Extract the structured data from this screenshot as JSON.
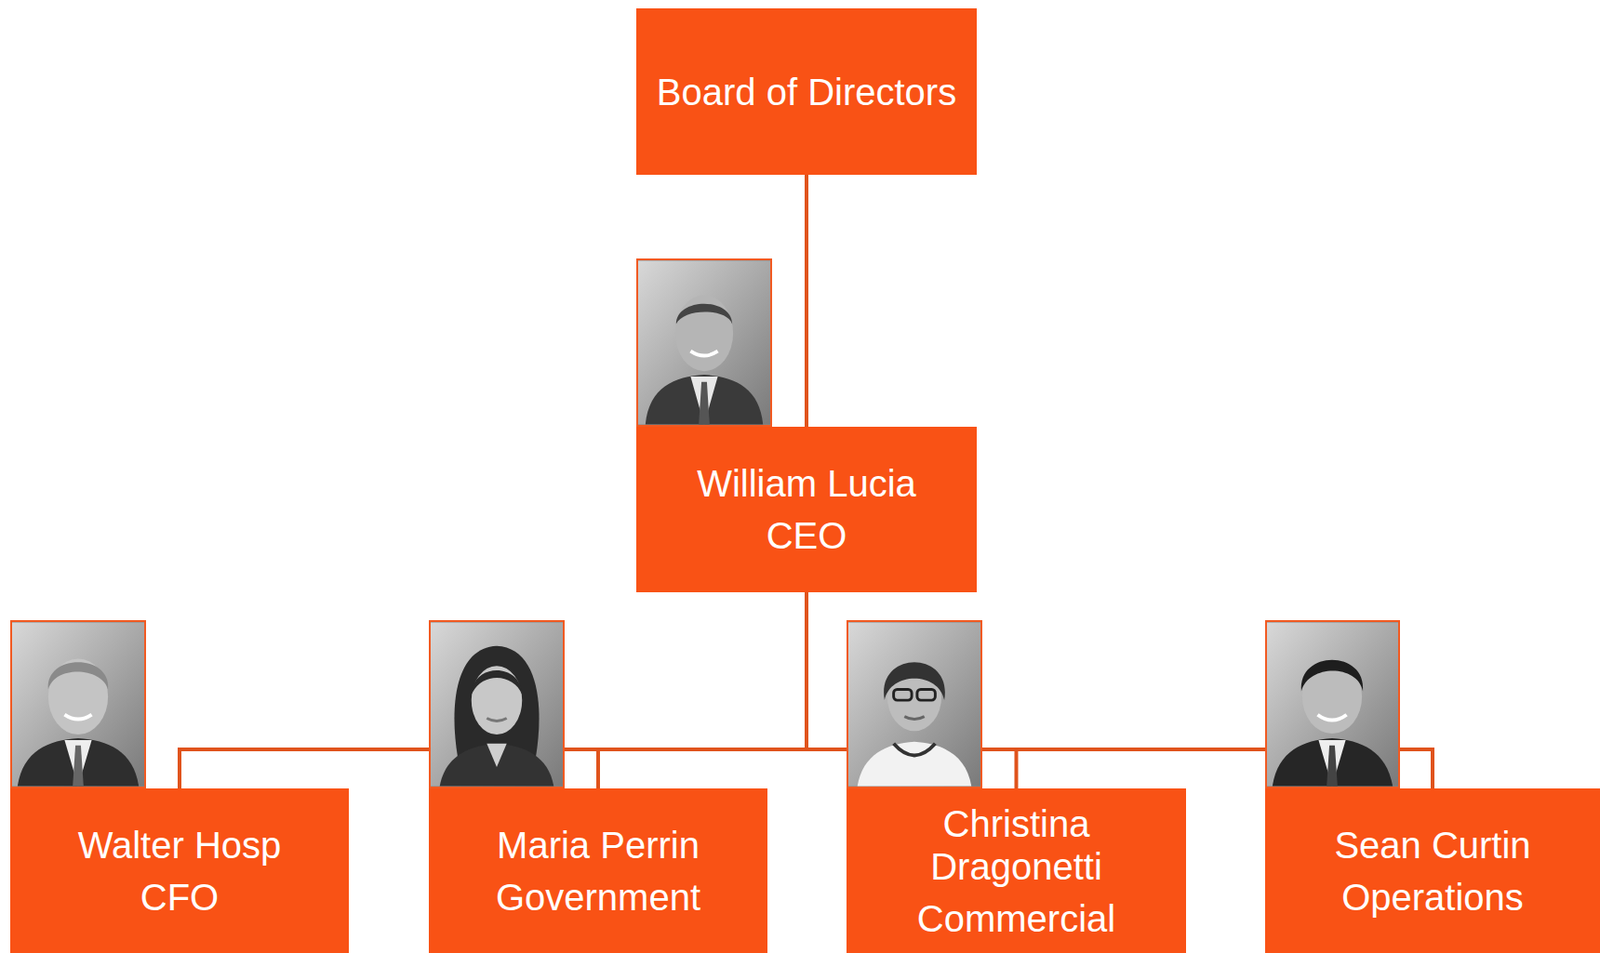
{
  "diagram": {
    "nodes": [
      {
        "text": [
          "Board of Directors"
        ]
      },
      {
        "text": [
          "William Lucia",
          "CEO"
        ]
      },
      {
        "text": [
          "Walter Hosp",
          "CFO"
        ]
      },
      {
        "text": [
          "Maria Perrin",
          "Government"
        ]
      },
      {
        "text": [
          "Christina Dragonetti",
          "Commercial"
        ]
      },
      {
        "text": [
          "Sean Curtin",
          "Operations"
        ]
      }
    ],
    "edges": [
      {
        "from": 0,
        "to": 1,
        "arrow": "none"
      },
      {
        "from": 1,
        "to": 2,
        "arrow": "none"
      },
      {
        "from": 1,
        "to": 3,
        "arrow": "none"
      },
      {
        "from": 1,
        "to": 4,
        "arrow": "none"
      },
      {
        "from": 1,
        "to": 5,
        "arrow": "none"
      }
    ]
  }
}
